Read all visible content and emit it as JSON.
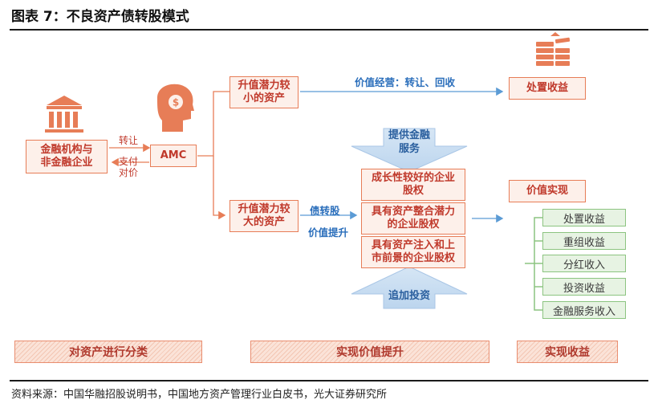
{
  "title": "图表 7：不良资产债转股模式",
  "source": "资料来源：中国华融招股说明书，中国地方资产管理行业白皮书，光大证券研究所",
  "nodes": {
    "bank": "金融机构与\n非金融企业",
    "amc": "AMC",
    "small": "升值潜力较\n小的资产",
    "large": "升值潜力较\n大的资产",
    "disposal_top": "处置收益",
    "value_real": "价值实现",
    "equity1": "成长性较好的企业\n股权",
    "equity2": "具有资产整合潜力\n的企业股权",
    "equity3": "具有资产注入和上\n市前景的企业股权"
  },
  "labels": {
    "transfer": "转让",
    "pay_price": "支付\n对价",
    "value_ops": "价值经营：转让、回收",
    "debt_equity": "债转股",
    "value_up": "价值提升",
    "fin_service": "提供金融\n服务",
    "add_invest": "追加投资"
  },
  "returns": [
    "处置收益",
    "重组收益",
    "分红收入",
    "投资收益",
    "金融服务收入"
  ],
  "stages": [
    "对资产进行分类",
    "实现价值提升",
    "实现收益"
  ],
  "colors": {
    "accent": "#e77d57",
    "blue": "#2a6ebb",
    "green": "#8cc480"
  }
}
